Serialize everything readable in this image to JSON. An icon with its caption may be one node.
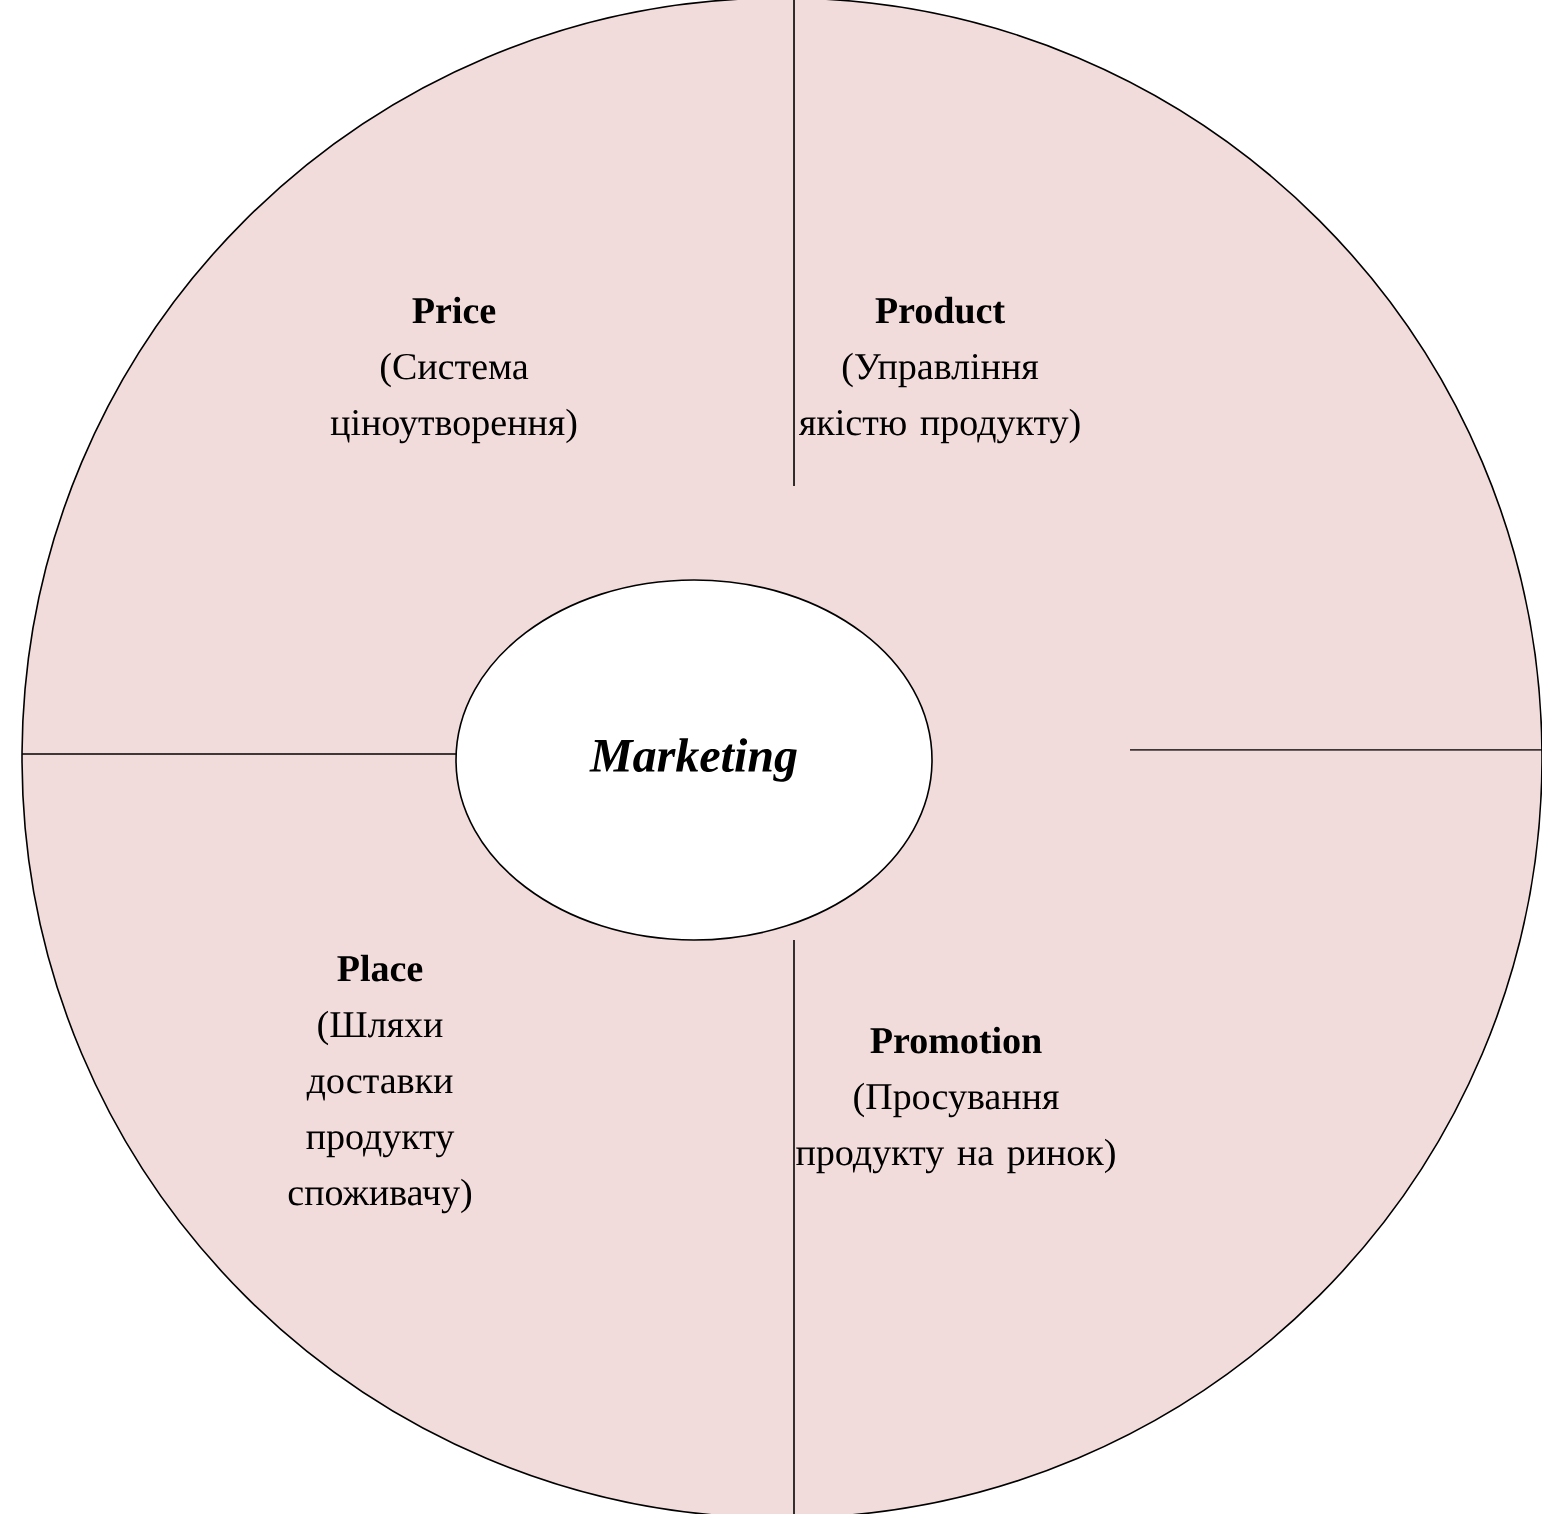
{
  "diagram": {
    "nodes": [
      {
        "text": [
          "Price",
          "(Система ціноутворення)"
        ]
      },
      {
        "text": [
          "Product",
          "(Управління якістю продукту)"
        ]
      },
      {
        "text": [
          "Marketing"
        ]
      },
      {
        "text": [
          "Place",
          "(Шляхи доставки продукту споживачу)"
        ]
      },
      {
        "text": [
          "Promotion",
          "(Просування продукту на ринок)"
        ]
      }
    ]
  }
}
